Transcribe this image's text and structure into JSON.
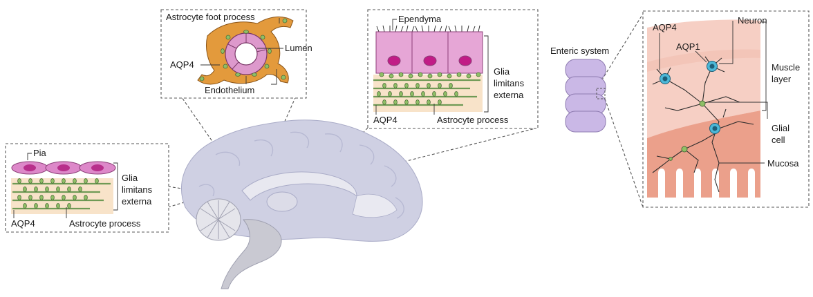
{
  "colors": {
    "brain_fill": "#cfd0e3",
    "brain_dark": "#b3b5cf",
    "brainstem_fill": "#c9c9d2",
    "cerebellum_fill": "#e5e5eb",
    "pia_cell": "#dd88c9",
    "pia_nucleus": "#b82f8b",
    "ependymal_cell": "#e6a6d6",
    "ependymal_nucleus": "#c11c86",
    "glia_green": "#6f9a55",
    "aqp_node": "#8fbf66",
    "astrocyte_orange": "#e39a3c",
    "tissue_beige": "#f8e3c9",
    "enteric_tube": "#cab8e6",
    "muscle_pink": "#f6cfc4",
    "mucosa_pink": "#eba08b",
    "neuron_blue": "#4cb8d8",
    "dashed_line": "#555555"
  },
  "panel_pia": {
    "label_pia": "Pia",
    "label_glia_1": "Glia",
    "label_glia_2": "limitans",
    "label_glia_3": "externa",
    "label_aqp4": "AQP4",
    "label_process": "Astrocyte process"
  },
  "panel_vessel": {
    "label_foot": "Astrocyte foot process",
    "label_lumen": "Lumen",
    "label_aqp4": "AQP4",
    "label_endothelium": "Endothelium"
  },
  "panel_ependyma": {
    "label_ependyma": "Ependyma",
    "label_glia_1": "Glia",
    "label_glia_2": "limitans",
    "label_glia_3": "externa",
    "label_aqp4": "AQP4",
    "label_process": "Astrocyte process"
  },
  "enteric": {
    "label_system": "Enteric system"
  },
  "panel_enteric": {
    "label_aqp4": "AQP4",
    "label_neuron": "Neuron",
    "label_aqp1": "AQP1",
    "label_muscle_1": "Muscle",
    "label_muscle_2": "layer",
    "label_glial_1": "Glial",
    "label_glial_2": "cell",
    "label_mucosa": "Mucosa"
  }
}
